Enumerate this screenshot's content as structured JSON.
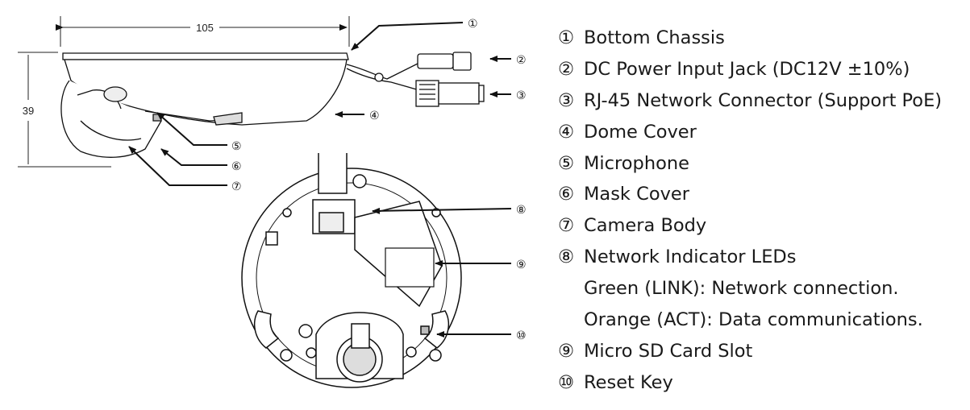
{
  "dimensions": {
    "width_label": "105",
    "height_label": "39"
  },
  "callouts": [
    "①",
    "②",
    "③",
    "④",
    "⑤",
    "⑥",
    "⑦",
    "⑧",
    "⑨",
    "⑩"
  ],
  "legend": [
    {
      "num": "①",
      "text": "Bottom Chassis"
    },
    {
      "num": "②",
      "text": "DC Power Input Jack (DC12V ±10%)"
    },
    {
      "num": "③",
      "text": "RJ-45 Network Connector (Support PoE)"
    },
    {
      "num": "④",
      "text": "Dome Cover"
    },
    {
      "num": "⑤",
      "text": "Microphone"
    },
    {
      "num": "⑥",
      "text": "Mask Cover"
    },
    {
      "num": "⑦",
      "text": "Camera Body"
    },
    {
      "num": "⑧",
      "text": "Network Indicator LEDs"
    },
    {
      "sub": "Green (LINK): Network connection."
    },
    {
      "sub": "Orange (ACT): Data communications."
    },
    {
      "num": "⑨",
      "text": "Micro SD Card Slot"
    },
    {
      "num": "⑩",
      "text": "Reset Key"
    }
  ]
}
